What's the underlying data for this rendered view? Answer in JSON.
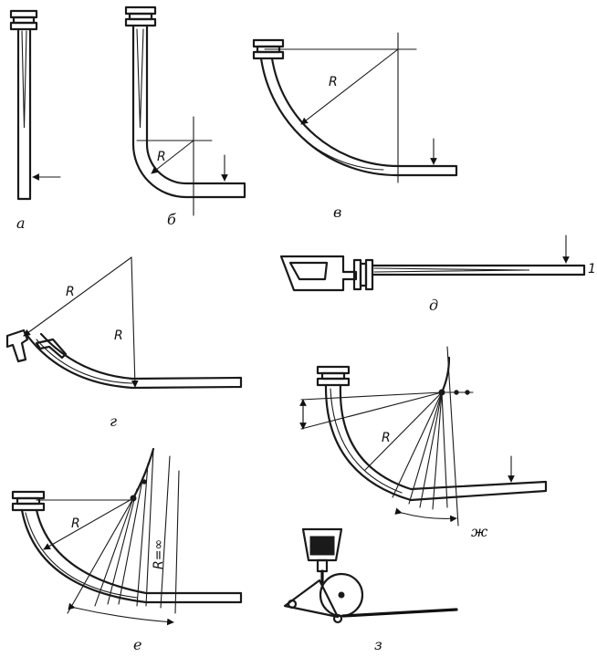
{
  "panels": {
    "a": {
      "label": "а"
    },
    "b": {
      "label": "б",
      "radius_label": "R"
    },
    "v": {
      "label": "в",
      "radius_label": "R"
    },
    "g": {
      "label": "г",
      "radius_label_1": "R",
      "radius_label_2": "R"
    },
    "d": {
      "label": "д",
      "end_mark": "1"
    },
    "e": {
      "label": "е",
      "radius_label": "R",
      "infinity_label": "R=∞"
    },
    "zh": {
      "label": "ж",
      "radius_label": "R"
    },
    "z": {
      "label": "з"
    }
  }
}
